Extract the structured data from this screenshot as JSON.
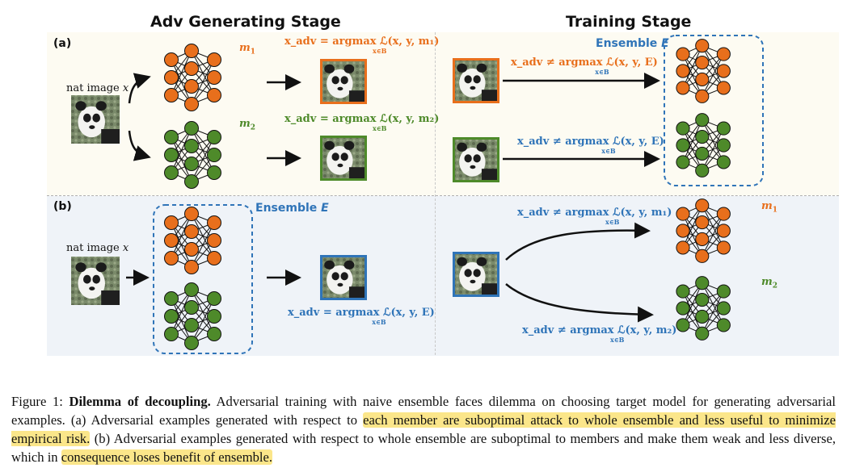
{
  "stages": {
    "left": "Adv Generating Stage",
    "right": "Training Stage"
  },
  "panels": {
    "a": "(a)",
    "b": "(b)"
  },
  "labels": {
    "nat_image_a": "nat image",
    "nat_image_b": "nat image",
    "var_x": "x",
    "ensemble_a": "Ensemble",
    "ensemble_b": "Ensemble",
    "ensemble_var": "E",
    "m1": "m",
    "m1_sub": "1",
    "m2": "m",
    "m2_sub": "2"
  },
  "equations": {
    "a_gen_m1": "x_adv = argmax ℒ(x, y, m₁)",
    "a_gen_m2": "x_adv = argmax ℒ(x, y, m₂)",
    "a_train_1": "x_adv ≠ argmax ℒ(x, y, E)",
    "a_train_2": "x_adv ≠ argmax ℒ(x, y, E)",
    "b_gen": "x_adv = argmax ℒ(x, y, E)",
    "b_train_1": "x_adv ≠ argmax ℒ(x, y, m₁)",
    "b_train_2": "x_adv ≠ argmax ℒ(x, y, m₂)",
    "argmax_sub": "x∈B"
  },
  "caption": {
    "prefix": "Figure 1: ",
    "bold": "Dilemma of decoupling.",
    "t1": " Adversarial training with naive ensemble faces dilemma on choosing target model for generating adversarial examples. (a) Adversarial examples generated with respect to ",
    "hl1": "each member are suboptimal attack to whole ensemble and less useful to minimize empirical risk.",
    "t2": " (b) Adversarial examples generated with respect to whole ensemble are suboptimal to members and make them weak and less diverse, which in ",
    "hl2": "consequence loses benefit of ensemble.",
    "t3": ""
  },
  "colors": {
    "orange": "#e86f1c",
    "green": "#4e8a2a",
    "blue": "#2f74b8",
    "panel_a_bg": "#fdfbf3",
    "panel_b_bg": "#f1f4f9",
    "highlight": "#fbe68a"
  }
}
